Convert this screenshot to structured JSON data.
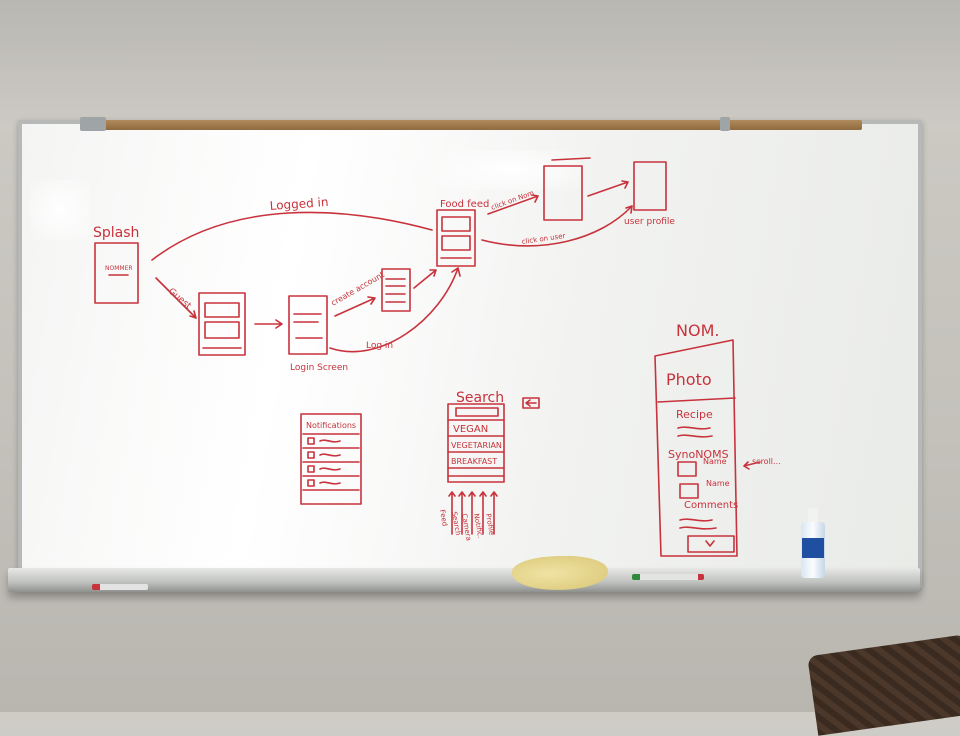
{
  "whiteboard": {
    "flow_labels": {
      "splash": "Splash",
      "logged_in": "Logged in",
      "guest": "Guest",
      "food_feed": "Food feed",
      "login_screen": "Login Screen",
      "create_account": "create account",
      "log_in": "Log in",
      "user_profile": "user profile",
      "click_on_nom": "click on Nom",
      "click_on_user": "click on user",
      "noms_button": "NOMMER"
    },
    "notifications": {
      "title": "Notifications"
    },
    "search": {
      "title": "Search",
      "items": [
        "VEGAN",
        "VEGETARIAN",
        "BREAKFAST"
      ],
      "nav_arrows": [
        "Feed",
        "Search",
        "Camera",
        "Notific.",
        "Profile"
      ]
    },
    "nom_detail": {
      "title": "NOM.",
      "photo": "Photo",
      "recipe": "Recipe",
      "synonoms": "SynoNOMS",
      "name_1": "Name",
      "name_2": "Name",
      "comments": "Comments",
      "side_note": "scroll..."
    }
  },
  "colors": {
    "ink": "#c8323c",
    "board": "#f4f5f3"
  }
}
